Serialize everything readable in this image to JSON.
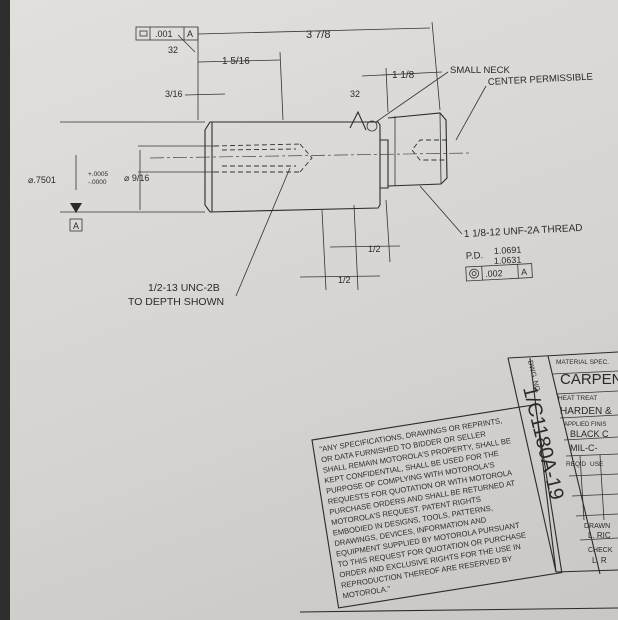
{
  "drawing": {
    "flatness_box": ".001 A",
    "flatness_value": ".001",
    "flatness_datum": "A",
    "finish_32_top": "32",
    "finish_32_neck": "32",
    "overall_length": "3 7/8",
    "head_length": "1 5/16",
    "chamfer_dim": "3/16",
    "neck_dim": "1 1/8",
    "small_neck_note": "SMALL NECK",
    "center_note": "CENTER PERMISSIBLE",
    "diameter_main": "⌀.7501",
    "tol_plus": "+.0005",
    "tol_minus": "-.0000",
    "diameter_bore": "⌀ 9/16",
    "datum_label": "A",
    "tap_note_line1": "1/2-13 UNC-2B",
    "tap_note_line2": "TO DEPTH SHOWN",
    "half_dim_1": "1/2",
    "half_dim_2": "1/2",
    "thread_note": "1 1/8-12 UNF-2A THREAD",
    "pd_label": "P.D.",
    "pd_upper": "1.0691",
    "pd_lower": "1.0631",
    "concentricity_value": ".002",
    "concentricity_datum": "A"
  },
  "title_block": {
    "material_label": "MATERIAL SPEC.",
    "material_value": "CARPEN",
    "heat_treat_label": "HEAT TREAT",
    "heat_treat_value": "HARDEN &",
    "finish_label": "APPLIED FINIS",
    "finish_value_1": "BLACK C",
    "finish_value_2": "MIL-C-",
    "reqd_label": "REQ'D",
    "use_label": "USE",
    "drawn_label": "DRAWN",
    "drawn_value": "L. RIC",
    "checked_label": "CHECK",
    "checked_value": "L. R",
    "dwg_no_label": "DWG. NO.",
    "dwg_no_value": "1/C1180A-19"
  },
  "disclaimer_lines": [
    "\"ANY SPECIFICATIONS, DRAWINGS OR REPRINTS,",
    "OR DATA FURNISHED TO BIDDER OR SELLER",
    "SHALL REMAIN MOTOROLA'S PROPERTY, SHALL BE",
    "KEPT CONFIDENTIAL, SHALL BE USED FOR THE",
    "PURPOSE OF COMPLYING WITH MOTOROLA'S",
    "REQUESTS FOR QUOTATION OR WITH MOTOROLA",
    "PURCHASE ORDERS AND SHALL BE RETURNED AT",
    "MOTOROLA'S REQUEST.  PATENT RIGHTS",
    "EMBODIED IN DESIGNS, TOOLS, PATTERNS,",
    "DRAWINGS, DEVICES, INFORMATION AND",
    "EQUIPMENT SUPPLIED BY MOTOROLA PURSUANT",
    "TO THIS REQUEST FOR QUOTATION OR PURCHASE",
    "ORDER AND EXCLUSIVE RIGHTS FOR THE USE IN",
    "REPRODUCTION THEREOF ARE  RESERVED BY",
    "MOTOROLA.\""
  ]
}
